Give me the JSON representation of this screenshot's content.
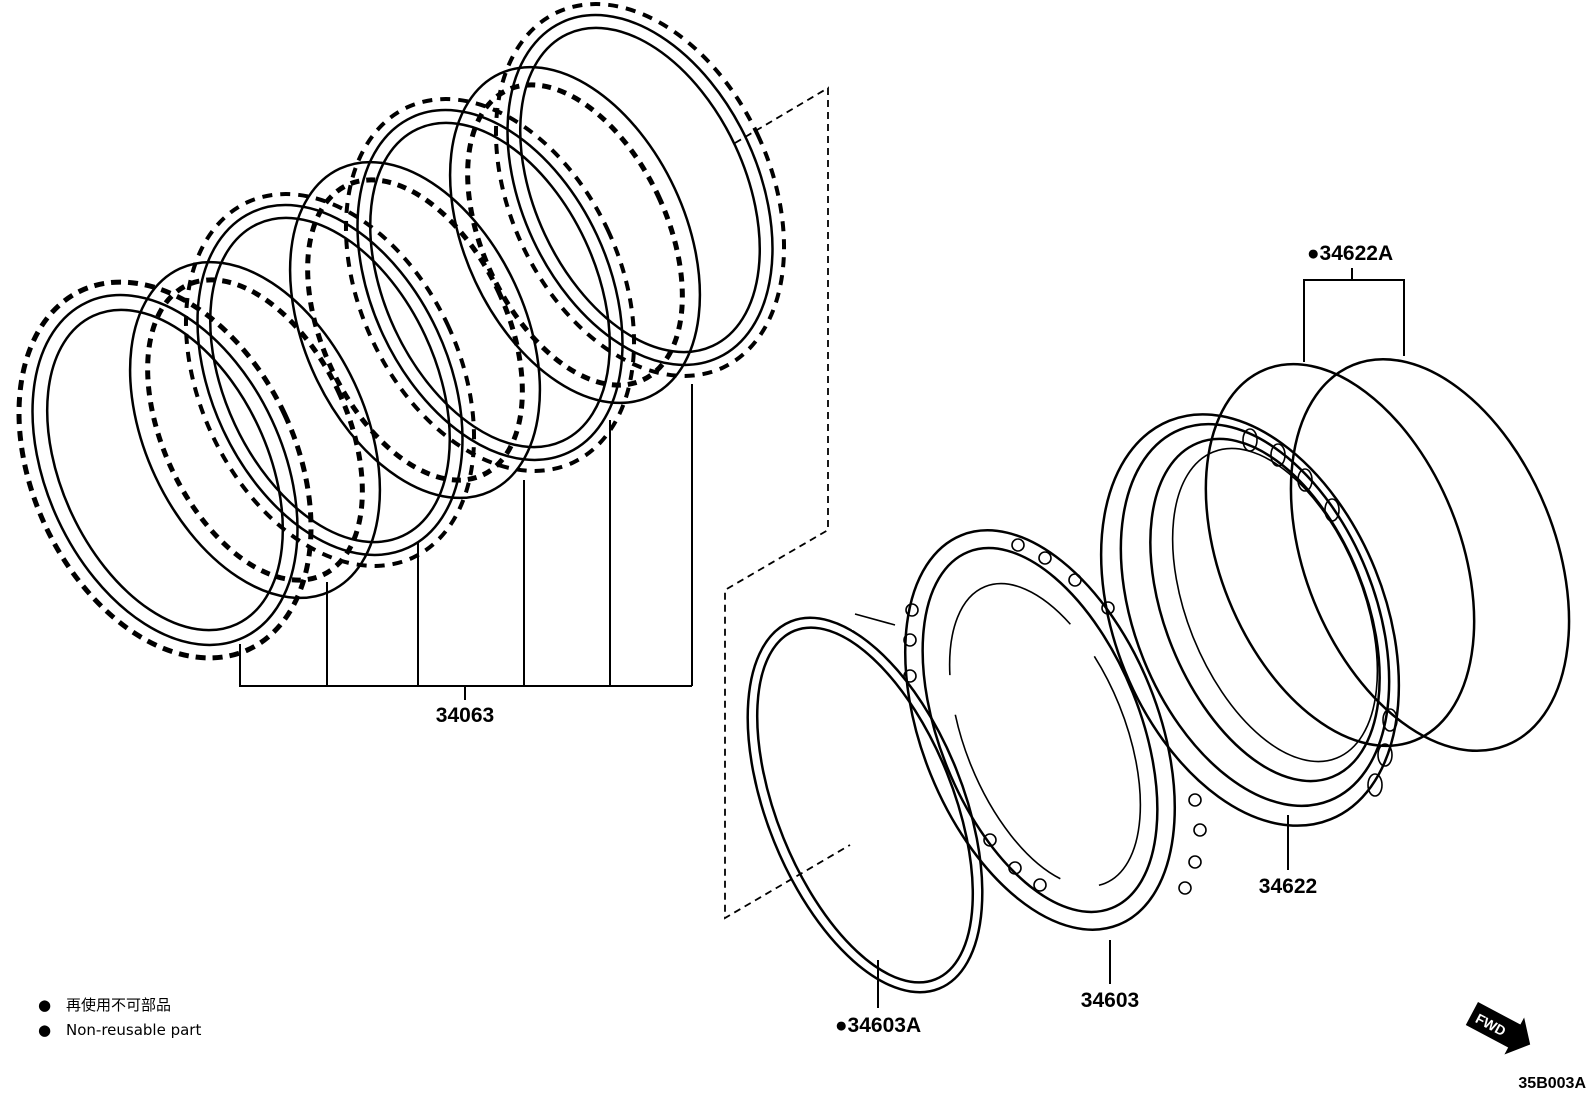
{
  "parts": {
    "clutch_pack": "34063",
    "oring_set": "●34622A",
    "piston": "34622",
    "return_spring": "34603",
    "snap_ring": "●34603A"
  },
  "legend": {
    "japanese": "再使用不可部品",
    "english": "Non-reusable part",
    "bullet": "●"
  },
  "fwd_label": "FWD",
  "catalog_code": "35B003A"
}
